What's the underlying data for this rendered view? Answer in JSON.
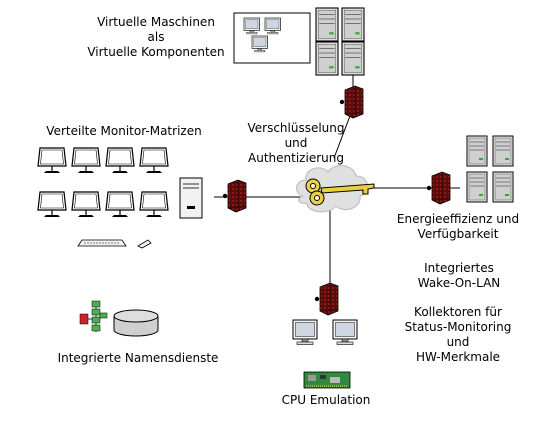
{
  "labels": {
    "vm_line1": "Virtuelle Maschinen",
    "vm_line2": "als",
    "vm_line3": "Virtuelle Komponenten",
    "monitors": "Verteilte Monitor-Matrizen",
    "crypto_line1": "Verschlüsselung",
    "crypto_line2": "und",
    "crypto_line3": "Authentizierung",
    "energy_line1": "Energieeffizienz und",
    "energy_line2": "Verfügbarkeit",
    "wol_line1": "Integriertes",
    "wol_line2": "Wake-On-LAN",
    "collect_line1": "Kollektoren für",
    "collect_line2": "Status-Monitoring",
    "collect_line3": "und",
    "collect_line4": "HW-Merkmale",
    "names": "Integrierte Namensdienste",
    "cpu": "CPU Emulation"
  },
  "colors": {
    "firewall": "#6b0f0f",
    "key": "#e8d040",
    "cloud": "#dcdcdc",
    "board": "#2e8b3e",
    "screen": "#d8dde6",
    "server": "#cfcfcf",
    "tree_node": "#4caf50",
    "tree_root": "#d0202a"
  }
}
